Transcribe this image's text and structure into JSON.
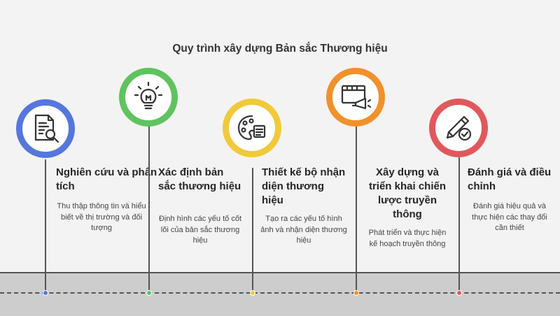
{
  "title": "Quy trình xây dựng Bản sắc Thương hiệu",
  "steps": [
    {
      "title": "Nghiên cứu và phân tích",
      "description": "Thu thập thông tin và hiểu biết về thị trường và đối tượng",
      "color": "#5577dd",
      "icon": "document-search-icon"
    },
    {
      "title": "Xác định bản sắc thương hiệu",
      "description": "Định hình các yếu tố cốt lõi của bản sắc thương hiệu",
      "color": "#5fc35f",
      "icon": "lightbulb-icon"
    },
    {
      "title": "Thiết kế bộ nhận diện thương hiệu",
      "description": "Tạo ra các yếu tố hình ảnh và nhận diện thương hiệu",
      "color": "#f1c93a",
      "icon": "palette-icon"
    },
    {
      "title": "Xây dựng và triển khai chiến lược truyền thông",
      "description": "Phát triển và thực hiện kế hoạch truyền thông",
      "color": "#f0912c",
      "icon": "megaphone-icon"
    },
    {
      "title": "Đánh giá và điều chỉnh",
      "description": "Đánh giá hiệu quả và thực hiện các thay đổi cần thiết",
      "color": "#e0585c",
      "icon": "pencil-check-icon"
    }
  ]
}
